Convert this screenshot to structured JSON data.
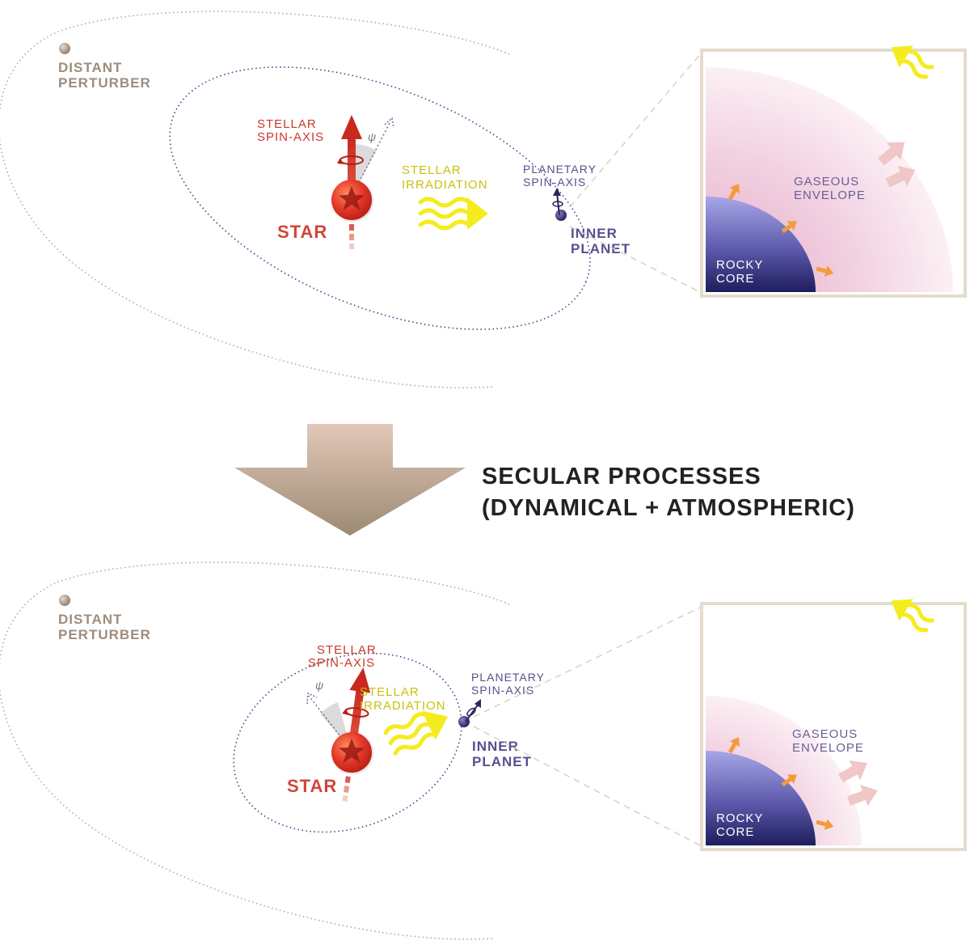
{
  "top": {
    "perturber": {
      "line1": "DISTANT",
      "line2": "PERTURBER"
    },
    "stellar_spin": {
      "line1": "STELLAR",
      "line2": "SPIN-AXIS"
    },
    "psi": "ψ",
    "star": "STAR",
    "irradiation": {
      "line1": "STELLAR",
      "line2": "IRRADIATION"
    },
    "planetary_spin": {
      "line1": "PLANETARY",
      "line2": "SPIN-AXIS"
    },
    "inner_planet": {
      "line1": "INNER",
      "line2": "PLANET"
    },
    "envelope": {
      "line1": "GASEOUS",
      "line2": "ENVELOPE"
    },
    "core": {
      "line1": "ROCKY",
      "line2": "CORE"
    }
  },
  "transition": {
    "line1": "SECULAR PROCESSES",
    "line2": "(DYNAMICAL + ATMOSPHERIC)"
  },
  "bottom": {
    "perturber": {
      "line1": "DISTANT",
      "line2": "PERTURBER"
    },
    "stellar_spin": {
      "line1": "STELLAR",
      "line2": "SPIN-AXIS"
    },
    "psi": "ψ",
    "star": "STAR",
    "irradiation": {
      "line1": "STELLAR",
      "line2": "IRRADIATION"
    },
    "planetary_spin": {
      "line1": "PLANETARY",
      "line2": "SPIN-AXIS"
    },
    "inner_planet": {
      "line1": "INNER",
      "line2": "PLANET"
    },
    "envelope": {
      "line1": "GASEOUS",
      "line2": "ENVELOPE"
    },
    "core": {
      "line1": "ROCKY",
      "line2": "CORE"
    }
  },
  "colors": {
    "perturber": "#9e8c7c",
    "stellar": "#d0463a",
    "irradiation": "#d4cc10",
    "planet": "#5a4e8e",
    "core": "#2c2a6e",
    "envelope": "#e7b6cf",
    "heat_arrow": "#f49a3a",
    "escape_arrow": "#f0c4c4"
  }
}
